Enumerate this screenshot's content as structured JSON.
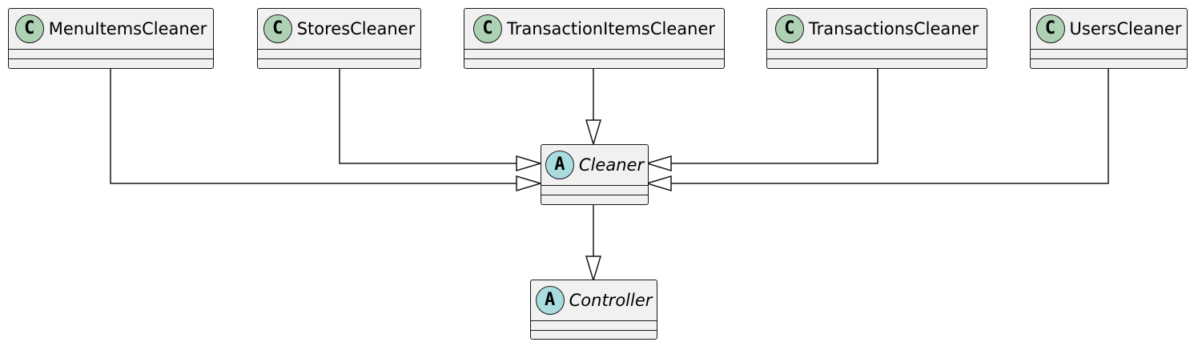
{
  "diagram": {
    "classes": [
      {
        "id": "menuitems",
        "name": "MenuItemsCleaner",
        "stereotype": "C",
        "abstract": false
      },
      {
        "id": "stores",
        "name": "StoresCleaner",
        "stereotype": "C",
        "abstract": false
      },
      {
        "id": "transactionitems",
        "name": "TransactionItemsCleaner",
        "stereotype": "C",
        "abstract": false
      },
      {
        "id": "transactions",
        "name": "TransactionsCleaner",
        "stereotype": "C",
        "abstract": false
      },
      {
        "id": "users",
        "name": "UsersCleaner",
        "stereotype": "C",
        "abstract": false
      },
      {
        "id": "cleaner",
        "name": "Cleaner",
        "stereotype": "A",
        "abstract": true
      },
      {
        "id": "controller",
        "name": "Controller",
        "stereotype": "A",
        "abstract": true
      }
    ],
    "relations": [
      {
        "from": "MenuItemsCleaner",
        "to": "Cleaner",
        "type": "extends"
      },
      {
        "from": "StoresCleaner",
        "to": "Cleaner",
        "type": "extends"
      },
      {
        "from": "TransactionItemsCleaner",
        "to": "Cleaner",
        "type": "extends"
      },
      {
        "from": "TransactionsCleaner",
        "to": "Cleaner",
        "type": "extends"
      },
      {
        "from": "UsersCleaner",
        "to": "Cleaner",
        "type": "extends"
      },
      {
        "from": "Cleaner",
        "to": "Controller",
        "type": "extends"
      }
    ],
    "colors": {
      "class_fill": "#f1f1f1",
      "border": "#181818",
      "class_stereotype": "#add1b2",
      "abstract_stereotype": "#a9dcdf"
    }
  }
}
